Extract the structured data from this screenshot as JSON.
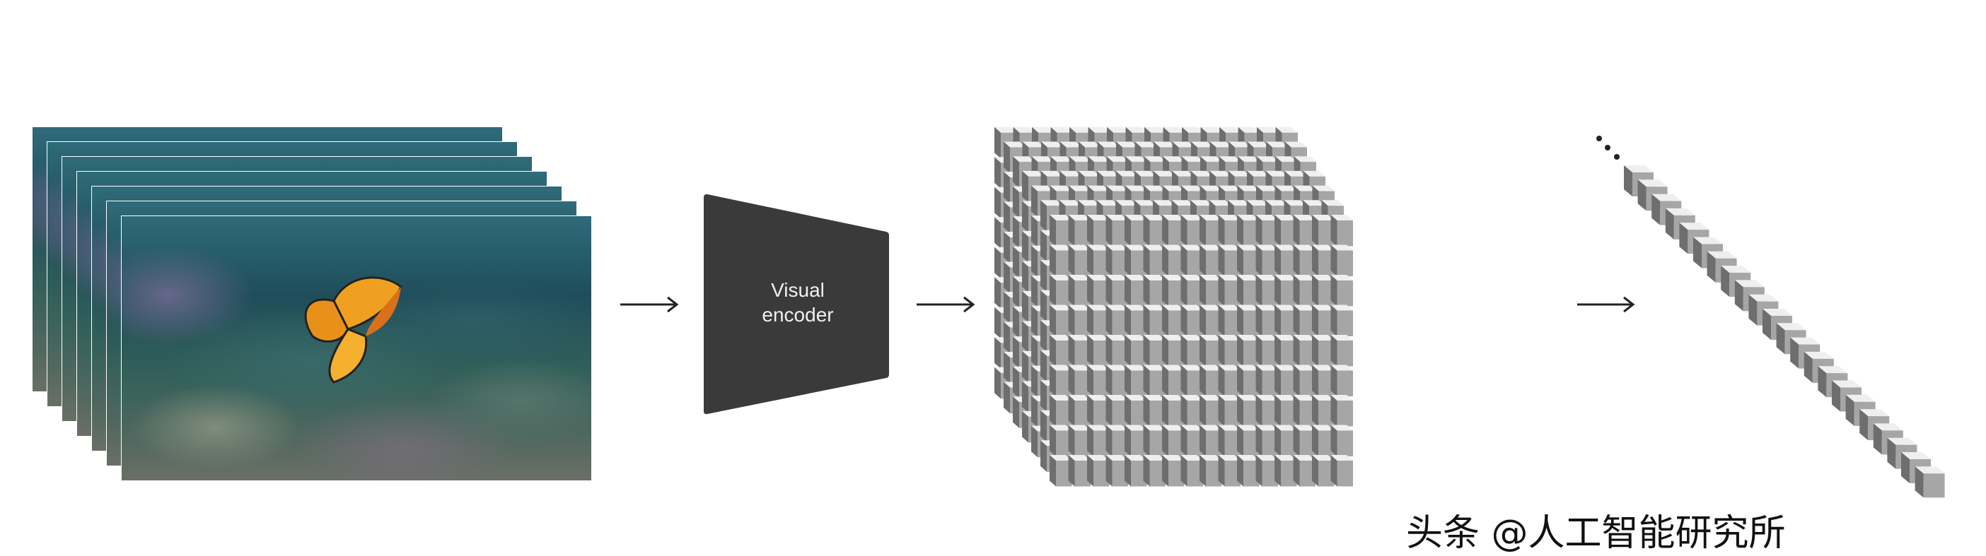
{
  "encoder": {
    "label_line1": "Visual",
    "label_line2": "encoder"
  },
  "input_frames": {
    "count": 7
  },
  "feature_volume": {
    "columns": 16,
    "rows": 9,
    "depth": 7
  },
  "token_sequence": {
    "count": 22,
    "ellipsis": "..."
  },
  "watermark": "头条 @人工智能研究所",
  "colors": {
    "encoder": "#3a3a3a",
    "cube_front": "#a6a6a6",
    "cube_top": "#efefef",
    "cube_side": "#6e6e6e",
    "arrow": "#222222"
  }
}
